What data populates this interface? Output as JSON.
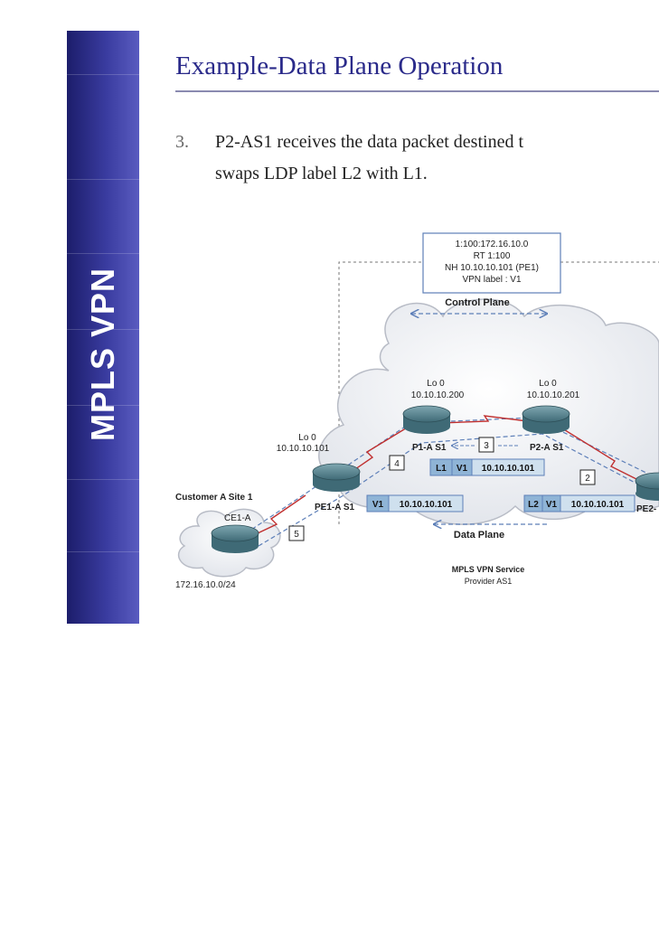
{
  "sidebar": {
    "title": "MPLS VPN"
  },
  "slide": {
    "title": "Example-Data Plane Operation",
    "bullet_number": "3.",
    "bullet_line1": "P2-AS1 receives the data packet destined t",
    "bullet_line2": "swaps LDP label L2 with L1."
  },
  "diagram": {
    "control_box": {
      "line1": "1:100:172.16.10.0",
      "line2": "RT 1:100",
      "line3": "NH 10.10.10.101 (PE1)",
      "line4": "VPN label : V1"
    },
    "control_plane_label": "Control Plane",
    "data_plane_label": "Data Plane",
    "provider_label_line1": "MPLS VPN Service",
    "provider_label_line2": "Provider AS1",
    "customer_site_label": "Customer A Site 1",
    "ce_label": "CE1-A",
    "customer_subnet": "172.16.10.0/24",
    "pe1_lo_label": "Lo 0",
    "pe1_lo_ip": "10.10.10.101",
    "pe1_label": "PE1-A S1",
    "p1_lo_label": "Lo 0",
    "p1_lo_ip": "10.10.10.200",
    "p1_label": "P1-A S1",
    "p2_lo_label": "Lo 0",
    "p2_lo_ip": "10.10.10.201",
    "p2_label": "P2-A S1",
    "pe2_label": "PE2-",
    "step_2": "2",
    "step_3": "3",
    "step_4": "4",
    "step_5": "5",
    "packet_p1": {
      "label1": "L1",
      "label2": "V1",
      "ip": "10.10.10.101"
    },
    "packet_pe1": {
      "label1": "V1",
      "ip": "10.10.10.101"
    },
    "packet_p2": {
      "label1": "L2",
      "label2": "V1",
      "ip": "10.10.10.101"
    },
    "colors": {
      "sidebar_dark": "#1c1d6b",
      "title": "#2a2a8a",
      "router": "#4a7a86",
      "packet_fill": "#cfe0ee",
      "label_fill": "#8fb4d6",
      "link_red": "#c03030",
      "dash_blue": "#5d7fb8"
    }
  }
}
